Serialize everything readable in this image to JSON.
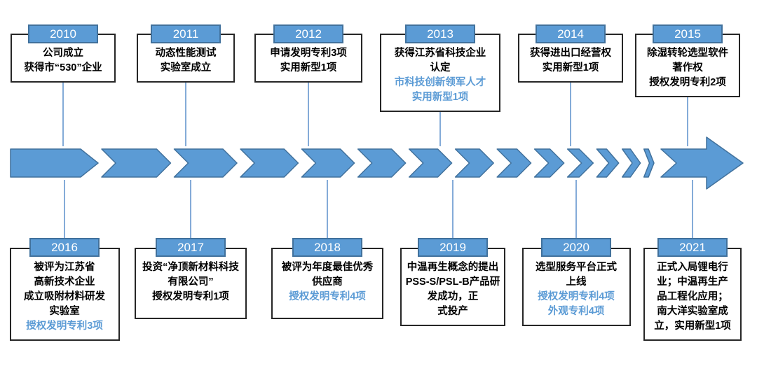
{
  "colors": {
    "primary_blue": "#5B9BD5",
    "dark_blue_border": "#41719C",
    "accent_text_blue": "#5B9BD5",
    "box_border": "#262626",
    "connector_blue": "#84ABD8"
  },
  "timeline": {
    "rows": [
      {
        "position": "top",
        "milestones": [
          {
            "year": "2010",
            "lines": [
              {
                "text": "公司成立",
                "accent": false
              },
              {
                "text": "获得市“530”企业",
                "accent": false
              }
            ]
          },
          {
            "year": "2011",
            "lines": [
              {
                "text": "动态性能测试",
                "accent": false
              },
              {
                "text": "实验室成立",
                "accent": false
              }
            ]
          },
          {
            "year": "2012",
            "lines": [
              {
                "text": "申请发明专利3项",
                "accent": false
              },
              {
                "text": "实用新型1项",
                "accent": false
              }
            ]
          },
          {
            "year": "2013",
            "lines": [
              {
                "text": "获得江苏省科技企业",
                "accent": false
              },
              {
                "text": "认定",
                "accent": false
              },
              {
                "text": "市科技创新领军人才",
                "accent": true
              },
              {
                "text": "实用新型1项",
                "accent": true
              }
            ]
          },
          {
            "year": "2014",
            "lines": [
              {
                "text": "获得进出口经营权",
                "accent": false
              },
              {
                "text": "实用新型1项",
                "accent": false
              }
            ]
          },
          {
            "year": "2015",
            "lines": [
              {
                "text": "除湿转轮选型软件",
                "accent": false
              },
              {
                "text": "著作权",
                "accent": false
              },
              {
                "text": "授权发明专利2项",
                "accent": false
              }
            ]
          }
        ]
      },
      {
        "position": "bottom",
        "milestones": [
          {
            "year": "2016",
            "lines": [
              {
                "text": "被评为江苏省",
                "accent": false
              },
              {
                "text": "高新技术企业",
                "accent": false
              },
              {
                "text": "成立吸附材料研发",
                "accent": false
              },
              {
                "text": "实验室",
                "accent": false
              },
              {
                "text": "授权发明专利3项",
                "accent": true
              }
            ]
          },
          {
            "year": "2017",
            "lines": [
              {
                "text": "投资“净顶新材料科技",
                "accent": false
              },
              {
                "text": "有限公司”",
                "accent": false
              },
              {
                "text": "授权发明专利1项",
                "accent": false
              }
            ]
          },
          {
            "year": "2018",
            "lines": [
              {
                "text": "被评为年度最佳优秀",
                "accent": false
              },
              {
                "text": "供应商",
                "accent": false
              },
              {
                "text": "授权发明专利4项",
                "accent": true
              }
            ]
          },
          {
            "year": "2019",
            "lines": [
              {
                "text": "中温再生概念的提出",
                "accent": false
              },
              {
                "text": "PSS-S/PSL-B产品研",
                "accent": false
              },
              {
                "text": "发成功，正",
                "accent": false
              },
              {
                "text": "式投产",
                "accent": false
              }
            ]
          },
          {
            "year": "2020",
            "lines": [
              {
                "text": "选型服务平台正式",
                "accent": false
              },
              {
                "text": "上线",
                "accent": false
              },
              {
                "text": "授权发明专利4项",
                "accent": true
              },
              {
                "text": "外观专利4项",
                "accent": true
              }
            ]
          },
          {
            "year": "2021",
            "lines": [
              {
                "text": "正式入局锂电行",
                "accent": false
              },
              {
                "text": "业；中温再生产",
                "accent": false
              },
              {
                "text": "品工程化应用；",
                "accent": false
              },
              {
                "text": "南大洋实验室成",
                "accent": false
              },
              {
                "text": "立，实用新型1项",
                "accent": false
              }
            ]
          }
        ]
      }
    ]
  }
}
